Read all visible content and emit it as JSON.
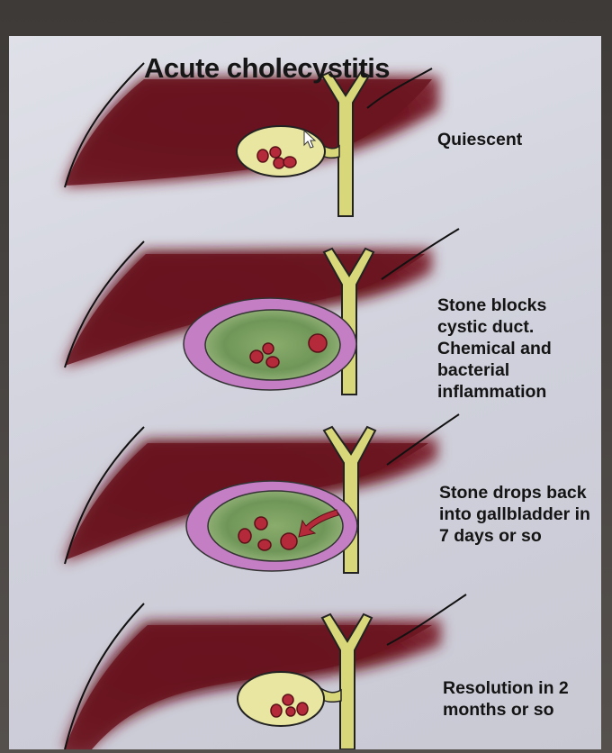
{
  "title": "Acute cholecystitis",
  "stages": [
    {
      "caption": "Quiescent"
    },
    {
      "caption": "Stone blocks cystic duct. Chemical and bacterial inflammation"
    },
    {
      "caption": "Stone drops back into gallbladder in 7 days or so"
    },
    {
      "caption": "Resolution in 2 months or so"
    }
  ],
  "colors": {
    "liver": "#6e1420",
    "duct": "#d8d77a",
    "gallbladder_normal": "#e8e6a0",
    "inflamed_wall": "#c47ec4",
    "bile_green": "#7ea162",
    "stone": "#b52a3a"
  }
}
